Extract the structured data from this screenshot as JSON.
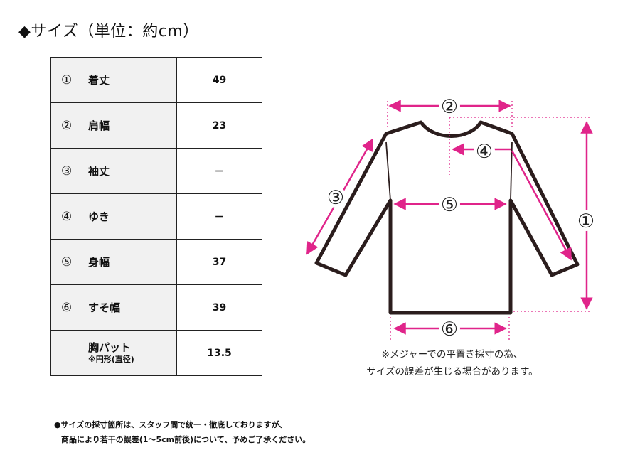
{
  "title": "◆サイズ（単位：約cm）",
  "table": {
    "rows": [
      {
        "num": "①",
        "label": "着丈",
        "value": "49"
      },
      {
        "num": "②",
        "label": "肩幅",
        "value": "23"
      },
      {
        "num": "③",
        "label": "袖丈",
        "value": "－"
      },
      {
        "num": "④",
        "label": "ゆき",
        "value": "－"
      },
      {
        "num": "⑤",
        "label": "身幅",
        "value": "37"
      },
      {
        "num": "⑥",
        "label": "すそ幅",
        "value": "39"
      }
    ],
    "chest": {
      "label": "胸パット",
      "sub": "※円形(直径)",
      "value": "13.5"
    }
  },
  "diagram": {
    "markers": {
      "m1": "①",
      "m2": "②",
      "m3": "③",
      "m4": "④",
      "m5": "⑤",
      "m6": "⑥"
    },
    "colors": {
      "arrow": "#e0248a",
      "outline": "#2b1d1d"
    }
  },
  "note": {
    "line1": "※メジャーでの平置き採寸の為、",
    "line2": "サイズの誤差が生じる場合があります。"
  },
  "footer": {
    "line1": "●サイズの採寸箇所は、スタッフ間で統一・徹底しておりますが、",
    "line2": "商品により若干の誤差(1～5cm前後)について、予めご了承ください。"
  }
}
